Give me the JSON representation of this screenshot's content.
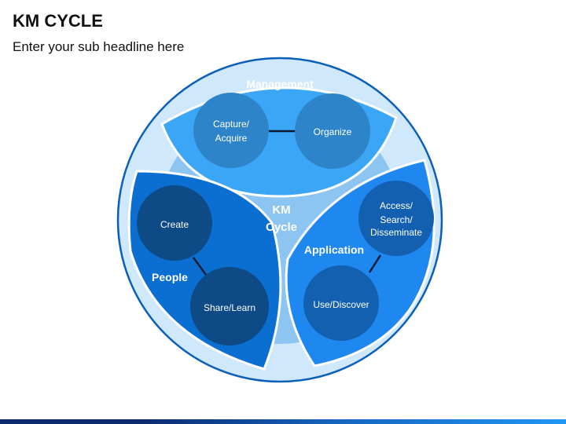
{
  "header": {
    "title": "KM CYCLE",
    "subtitle": "Enter your sub headline here"
  },
  "diagram": {
    "center_label_line1": "KM",
    "center_label_line2": "Cycle",
    "management": {
      "label": "Management",
      "node1_line1": "Capture/",
      "node1_line2": "Acquire",
      "node2": "Organize"
    },
    "people": {
      "label": "People",
      "node1": "Create",
      "node2": "Share/Learn"
    },
    "application": {
      "label": "Application",
      "node1_line1": "Access/",
      "node1_line2": "Search/",
      "node1_line3": "Disseminate",
      "node2": "Use/Discover"
    }
  },
  "colors": {
    "outer_ring": "#cfe8fb",
    "inner_disc": "#8cc4f2",
    "management_petal": "#3aa6f5",
    "people_petal": "#0a6fd0",
    "application_petal": "#1f88f0",
    "management_node": "#2e84c8",
    "people_node": "#0d4a86",
    "application_node": "#1460b0"
  }
}
